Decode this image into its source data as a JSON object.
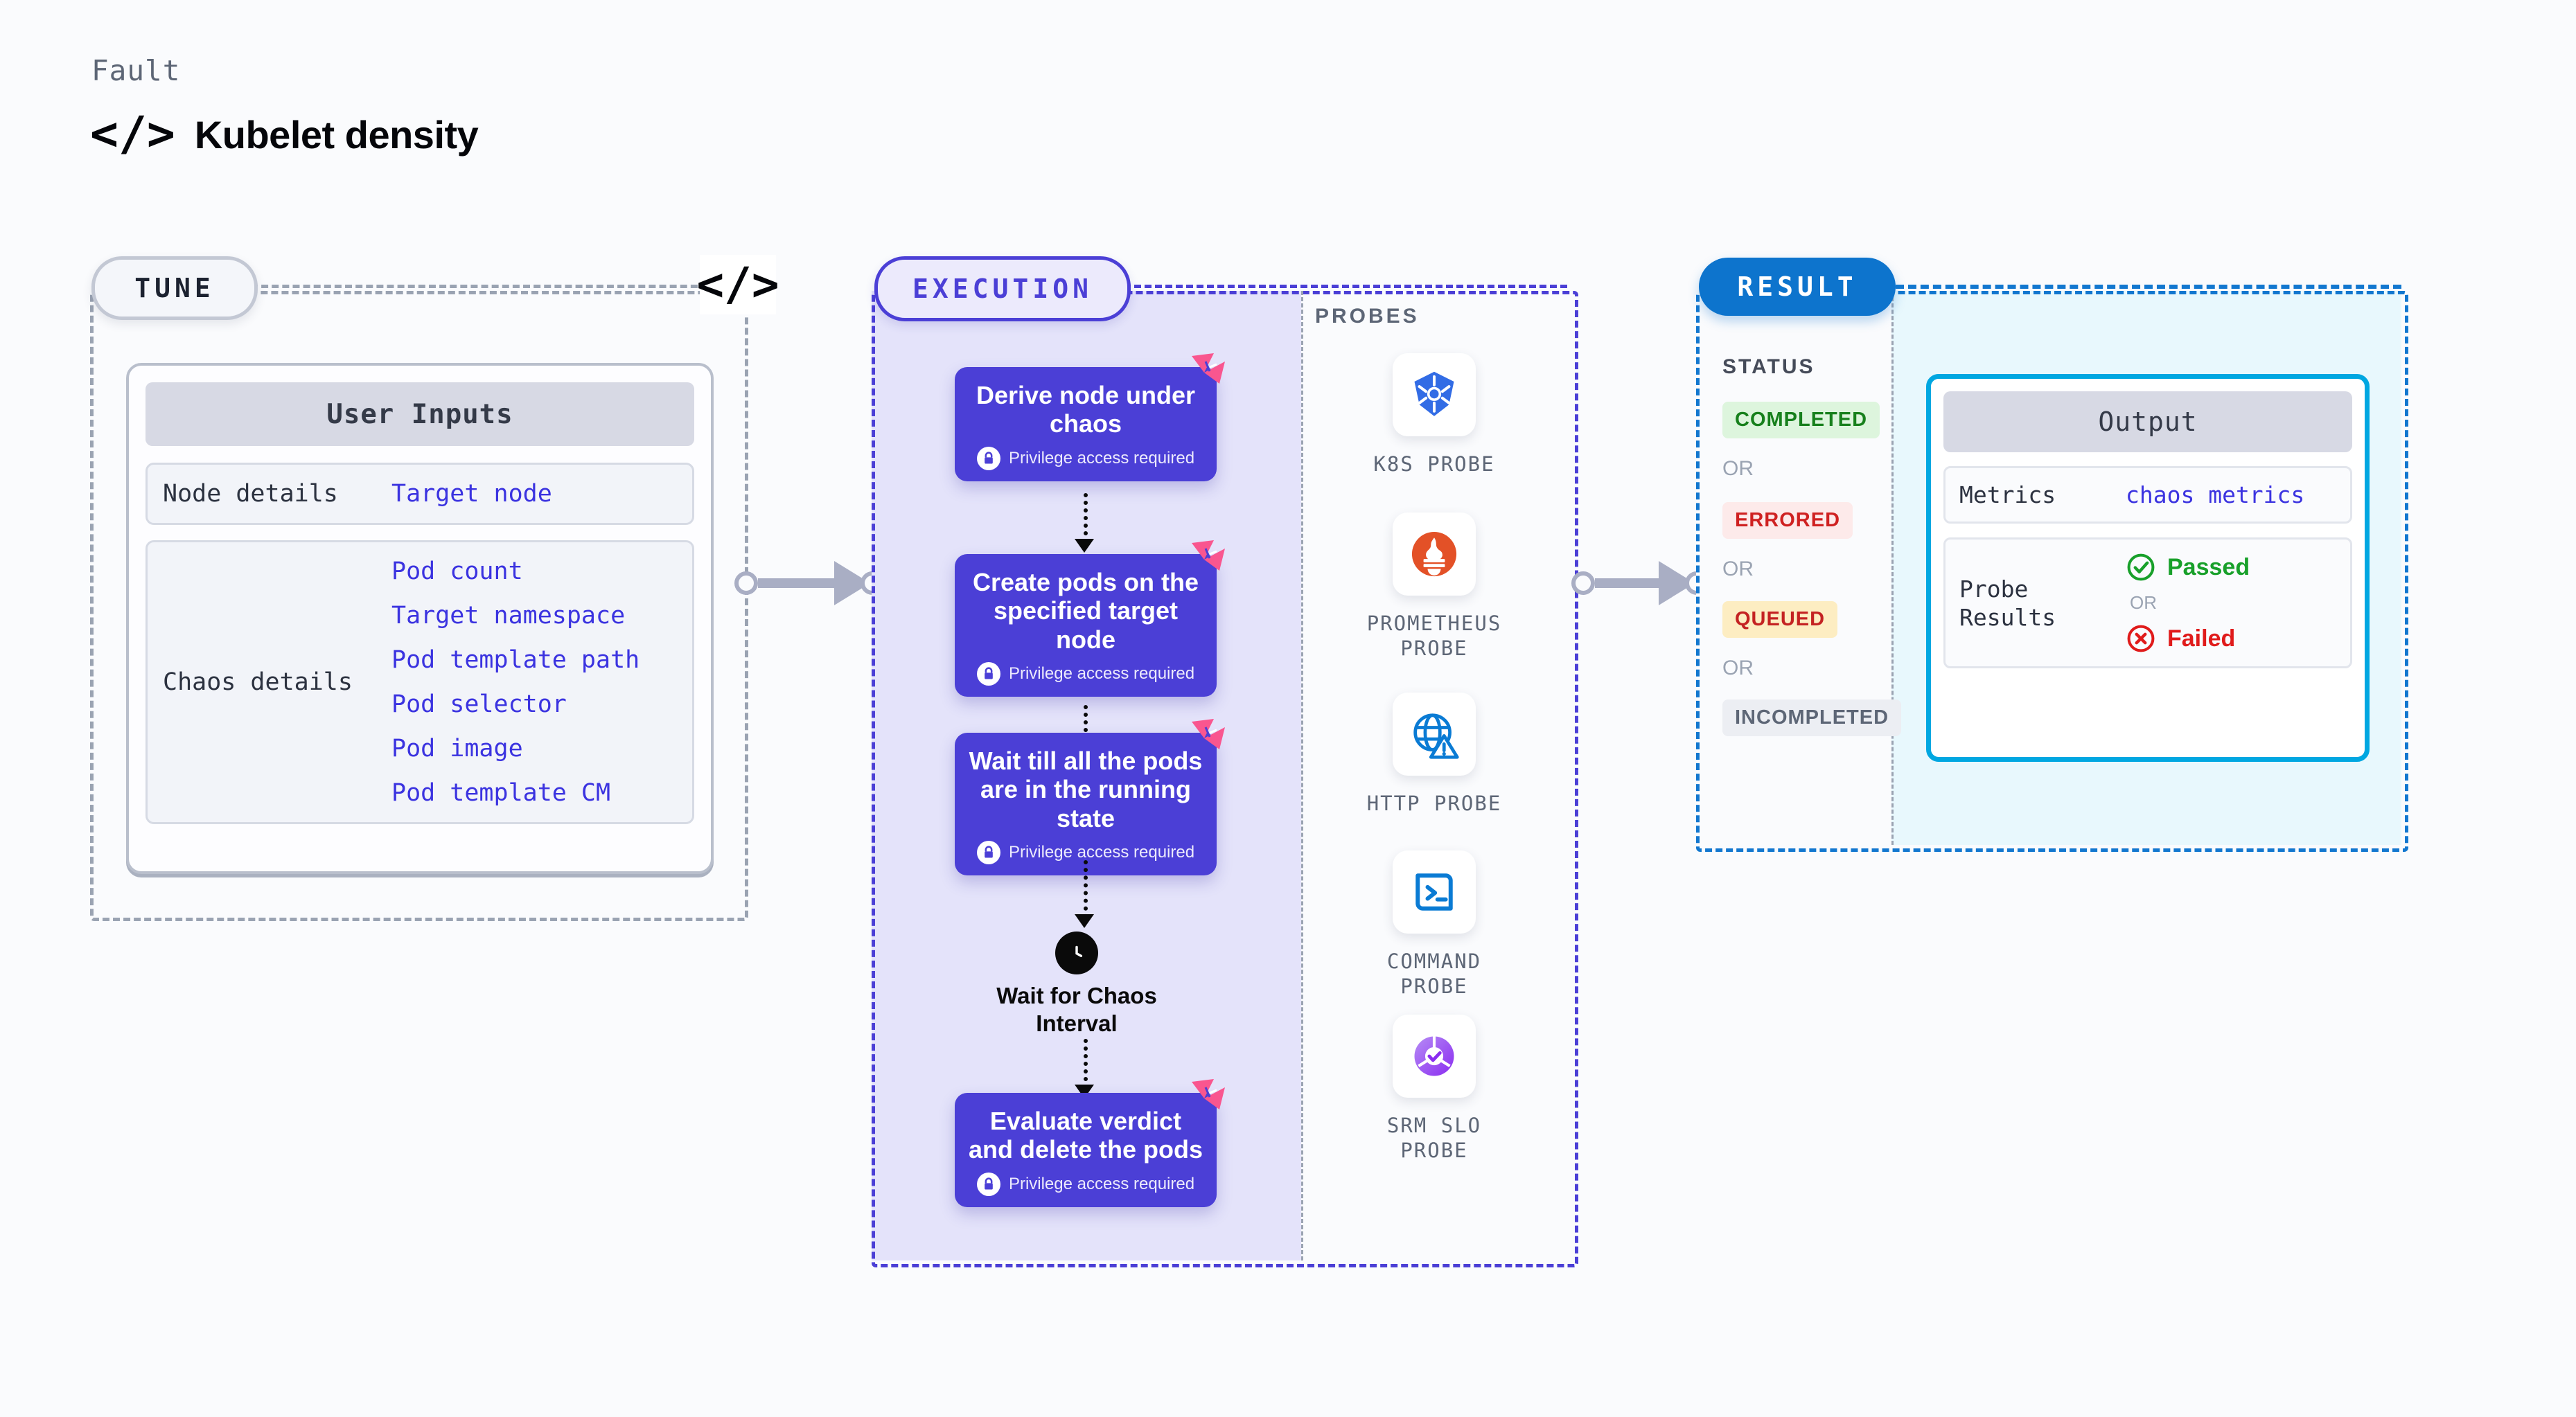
{
  "header": {
    "eyebrow": "Fault",
    "title": "Kubelet density",
    "code_icon": "</>"
  },
  "tune": {
    "pill_label": "TUNE",
    "mid_code_icon": "</>",
    "card_title": "User Inputs",
    "rows": [
      {
        "label": "Node details",
        "values": [
          "Target node"
        ]
      },
      {
        "label": "Chaos details",
        "values": [
          "Pod count",
          "Target namespace",
          "Pod template path",
          "Pod selector",
          "Pod image",
          "Pod template CM"
        ]
      }
    ]
  },
  "execution": {
    "pill_label": "EXECUTION",
    "privilege_text": "Privilege access required",
    "nodes": [
      {
        "title": "Derive node under chaos",
        "privilege": true
      },
      {
        "title": "Create pods on the specified target node",
        "privilege": true
      },
      {
        "title": "Wait till all the pods are in the running state",
        "privilege": true
      },
      {
        "title": "Evaluate verdict and delete the pods",
        "privilege": true
      }
    ],
    "wait_step": {
      "label": "Wait for Chaos Interval",
      "icon": "clock-icon"
    }
  },
  "probes": {
    "title": "PROBES",
    "items": [
      {
        "label": "K8S PROBE",
        "icon": "kubernetes-icon"
      },
      {
        "label": "PROMETHEUS PROBE",
        "icon": "prometheus-icon"
      },
      {
        "label": "HTTP PROBE",
        "icon": "http-globe-icon"
      },
      {
        "label": "COMMAND PROBE",
        "icon": "terminal-icon"
      },
      {
        "label": "SRM SLO PROBE",
        "icon": "srm-slo-icon"
      }
    ]
  },
  "result": {
    "pill_label": "RESULT",
    "status_title": "STATUS",
    "or_label": "OR",
    "statuses": [
      {
        "label": "COMPLETED",
        "bg": "#ddf5dd",
        "fg": "#17801c"
      },
      {
        "label": "ERRORED",
        "bg": "#fdeaea",
        "fg": "#cf2121"
      },
      {
        "label": "QUEUED",
        "bg": "#fdedc2",
        "fg": "#c42222"
      },
      {
        "label": "INCOMPLETED",
        "bg": "#eceef3",
        "fg": "#5d6676"
      }
    ],
    "output": {
      "title": "Output",
      "metrics_label": "Metrics",
      "metrics_value": "chaos metrics",
      "probe_results_label": "Probe Results",
      "passed_label": "Passed",
      "failed_label": "Failed",
      "or_label": "OR",
      "passed_color": "#18a02a",
      "failed_color": "#e01b1b"
    }
  },
  "colors": {
    "node_purple": "#4b3fd6",
    "exec_fill": "#e4e3fa",
    "result_blue": "#0d74cd",
    "output_border": "#00a7e1",
    "badge_pink": "#f9568f",
    "link_blue": "#3b33e0"
  }
}
